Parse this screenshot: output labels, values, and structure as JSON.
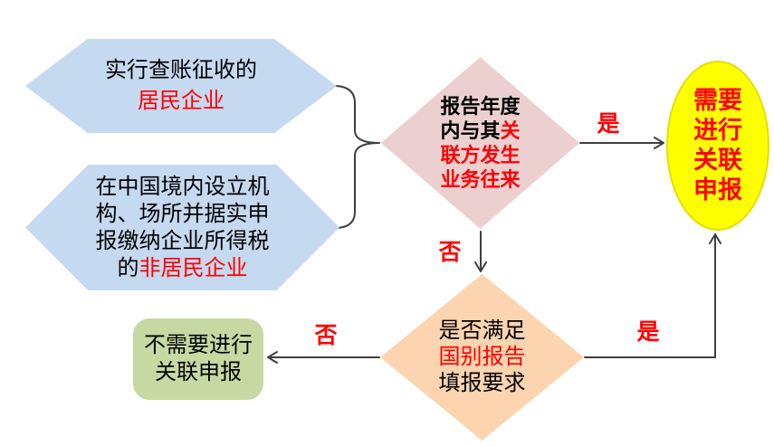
{
  "colors": {
    "hexagon_fill": "#c5d9f0",
    "related_party_decision_fill": "#ecd0d0",
    "cbc_decision_fill": "#fcd5b0",
    "required_ellipse_fill": "#ffff00",
    "not_required_box_fill": "#c6d9a2",
    "red_text": "#ff0000",
    "black_text": "#000000",
    "connector": "#3f3f3f"
  },
  "nodes": {
    "resident": {
      "line1": "实行查账征收的",
      "line2_red": "居民企业"
    },
    "nonresident": {
      "line1": "在中国境内设立机",
      "line2": "构、场所并据实申",
      "line3": "报缴纳企业所得税",
      "line4_black": "的",
      "line4_red": "非居民企业"
    },
    "related_party_decision": {
      "line1_black": "报告年度",
      "line2_black": "内与其",
      "line2_red": "关",
      "line3_red": "联方发生",
      "line4_red": "业务往来"
    },
    "cbc_decision": {
      "line1_black": "是否满足",
      "line2_red": "国别报告",
      "line3_black": "填报要求"
    },
    "required": {
      "line1": "需要",
      "line2": "进行",
      "line3": "关联",
      "line4": "申报"
    },
    "not_required": {
      "line1": "不需要进行",
      "line2": "关联申报"
    }
  },
  "labels": {
    "yes_to_required": "是",
    "no_to_cbc": "否",
    "no_to_not_required": "否",
    "yes_from_cbc": "是"
  }
}
